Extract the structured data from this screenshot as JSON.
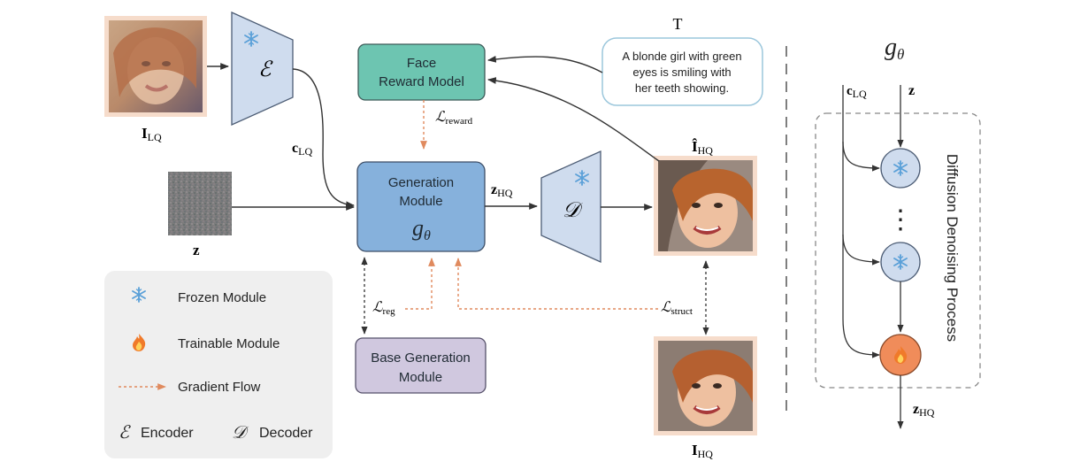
{
  "labels": {
    "i_lq_main": "I",
    "i_lq_sub": "LQ",
    "encoder_symbol": "ℰ",
    "decoder_symbol": "𝒟",
    "c_lq_main": "c",
    "c_lq_sub": "LQ",
    "z": "z",
    "z_hq_main": "z",
    "z_hq_sub": "HQ",
    "i_hat_hq_main": "Î",
    "i_hat_hq_sub": "HQ",
    "i_hq_main": "I",
    "i_hq_sub": "HQ",
    "text_prompt_label": "T",
    "loss_symbol": "ℒ",
    "l_reward_sub": "reward",
    "l_reg_sub": "reg",
    "l_struct_sub": "struct",
    "g_theta_main": "g",
    "g_theta_sub": "θ"
  },
  "prompt": {
    "line1": "A blonde girl with green",
    "line2": "eyes is smiling with",
    "line3": "her teeth showing."
  },
  "modules": {
    "face_reward_line1": "Face",
    "face_reward_line2": "Reward Model",
    "generation_line1": "Generation",
    "generation_line2": "Module",
    "base_generation_line1": "Base Generation",
    "base_generation_line2": "Module"
  },
  "legend": {
    "frozen": "Frozen Module",
    "trainable": "Trainable Module",
    "gradient": "Gradient Flow",
    "encoder": "Encoder",
    "decoder": "Decoder"
  },
  "right_panel": {
    "title_main": "g",
    "title_sub": "θ",
    "c_lq_main": "c",
    "c_lq_sub": "LQ",
    "z": "z",
    "z_hq_main": "z",
    "z_hq_sub": "HQ",
    "ellipsis": "⋮",
    "process_label": "Diffusion Denoising Process"
  },
  "colors": {
    "face_reward_fill": "#6dc5b1",
    "generation_fill": "#86b1dc",
    "base_generation_fill": "#d0c8df",
    "module_fill": "#cfdcee",
    "trainable_fill": "#f08c5a",
    "gradient_arrow": "#e08a5e",
    "legend_bg": "#efefef",
    "photo_border": "#f6dccb"
  },
  "icons": {
    "frozen": "snowflake-icon",
    "trainable": "flame-icon"
  }
}
